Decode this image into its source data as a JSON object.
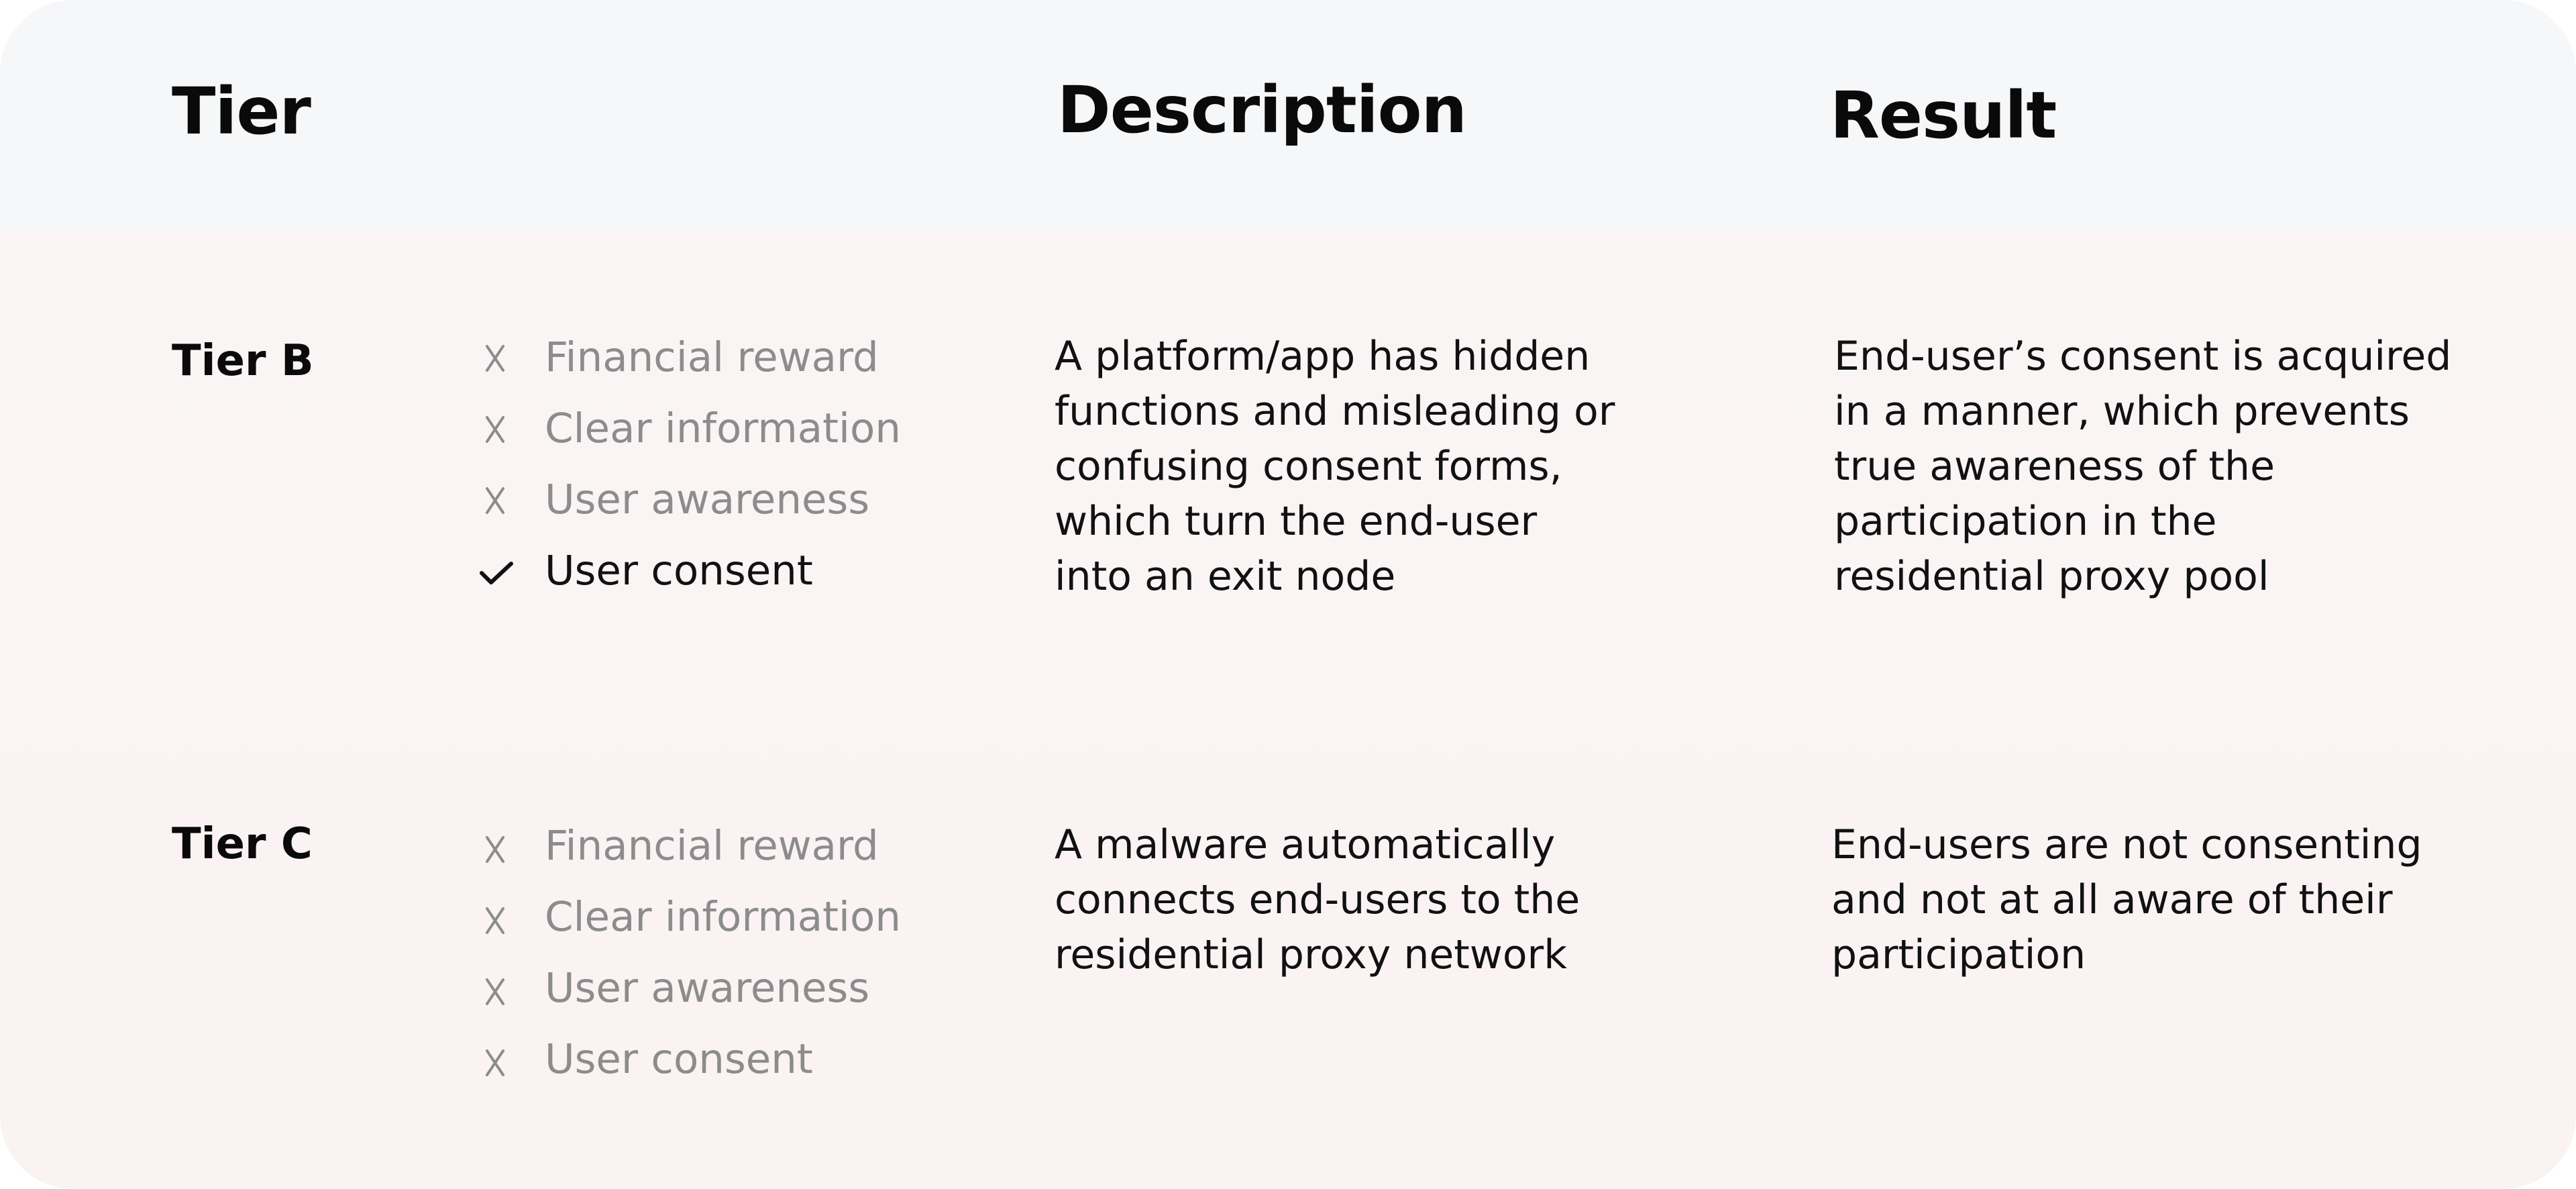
{
  "header": {
    "tier": "Tier",
    "description": "Description",
    "result": "Result"
  },
  "rows": [
    {
      "tier": "Tier B",
      "criteria": [
        {
          "label": "Financial reward",
          "status": "no",
          "icon": "x-icon"
        },
        {
          "label": "Clear information",
          "status": "no",
          "icon": "x-icon"
        },
        {
          "label": "User awareness",
          "status": "no",
          "icon": "x-icon"
        },
        {
          "label": "User consent",
          "status": "yes",
          "icon": "check-icon"
        }
      ],
      "description": [
        "A platform/app has hidden",
        "functions and misleading or",
        "confusing consent forms,",
        "which turn the end-user",
        "into an exit node"
      ],
      "result": [
        "End-user’s consent is acquired",
        "in a manner, which prevents",
        "true awareness of the",
        "participation in the",
        "residential proxy pool"
      ]
    },
    {
      "tier": "Tier C",
      "criteria": [
        {
          "label": "Financial reward",
          "status": "no",
          "icon": "x-icon"
        },
        {
          "label": "Clear information",
          "status": "no",
          "icon": "x-icon"
        },
        {
          "label": "User awareness",
          "status": "no",
          "icon": "x-icon"
        },
        {
          "label": "User consent",
          "status": "no",
          "icon": "x-icon"
        }
      ],
      "description": [
        "A malware automatically",
        "connects end-users to the",
        "residential proxy network"
      ],
      "result": [
        "End-users are not consenting",
        "and not at all aware of their",
        "participation"
      ]
    }
  ],
  "colors": {
    "header_bg": "#f6f7f9",
    "body_bg": "#faf4f4",
    "muted_text": "#8c8c8c",
    "text": "#111111"
  }
}
